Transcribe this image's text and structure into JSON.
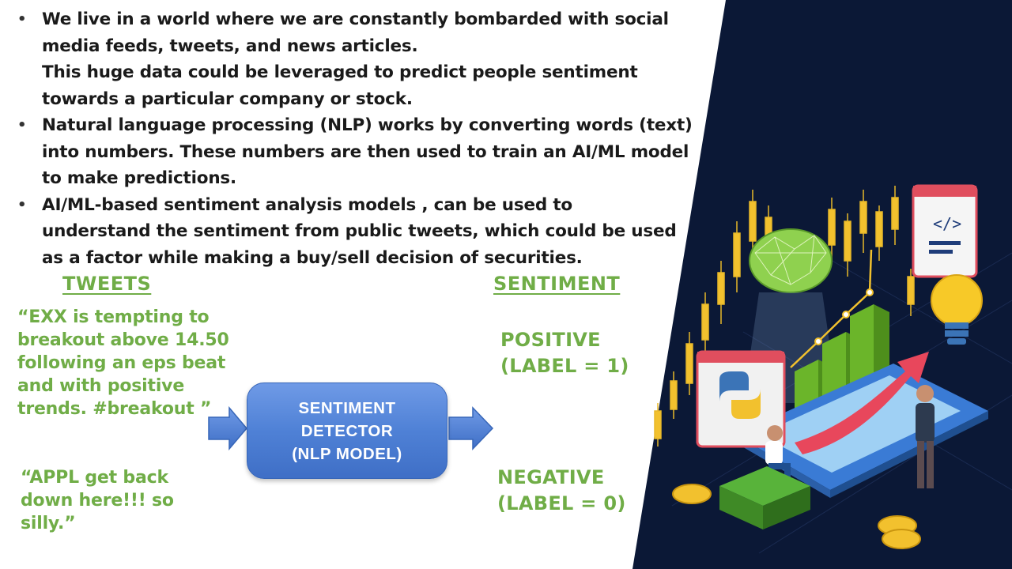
{
  "bullets": [
    {
      "lines": [
        "We live in a world where we are constantly bombarded with social",
        "media feeds, tweets, and news articles.",
        "This huge data could be leveraged to predict people sentiment",
        "towards a particular company or stock."
      ]
    },
    {
      "lines": [
        "Natural language processing (NLP) works by converting words (text)",
        "into numbers. These numbers are then used to train an AI/ML model",
        "to make predictions."
      ]
    },
    {
      "lines": [
        "AI/ML-based sentiment analysis models , can be used to",
        "understand the sentiment from public tweets, which could be used",
        "as a factor while making a buy/sell decision of securities."
      ]
    }
  ],
  "diagram": {
    "tweets_header": "TWEETS",
    "sentiment_header": "SENTIMENT",
    "tweet1": [
      "“EXX is tempting to",
      "breakout above 14.50",
      "following an eps beat",
      "and with positive",
      "trends. #breakout ”"
    ],
    "tweet2": [
      "“APPL get back",
      "down here!!! so",
      "silly.”"
    ],
    "detector": [
      "SENTIMENT",
      "DETECTOR",
      "(NLP MODEL)"
    ],
    "positive": [
      "POSITIVE",
      "(LABEL = 1)"
    ],
    "negative": [
      "NEGATIVE",
      "(LABEL = 0)"
    ]
  },
  "colors": {
    "accent_green": "#70ad47",
    "detector_blue": "#4f81d6",
    "arrow_blue": "#4a7bd0",
    "dark_bg": "#0b1836"
  },
  "icons": [
    "bullet-dot-icon",
    "right-arrow-icon",
    "python-logo-icon",
    "code-window-icon",
    "lightbulb-icon",
    "coin-icon",
    "brain-icon",
    "person-icon"
  ]
}
